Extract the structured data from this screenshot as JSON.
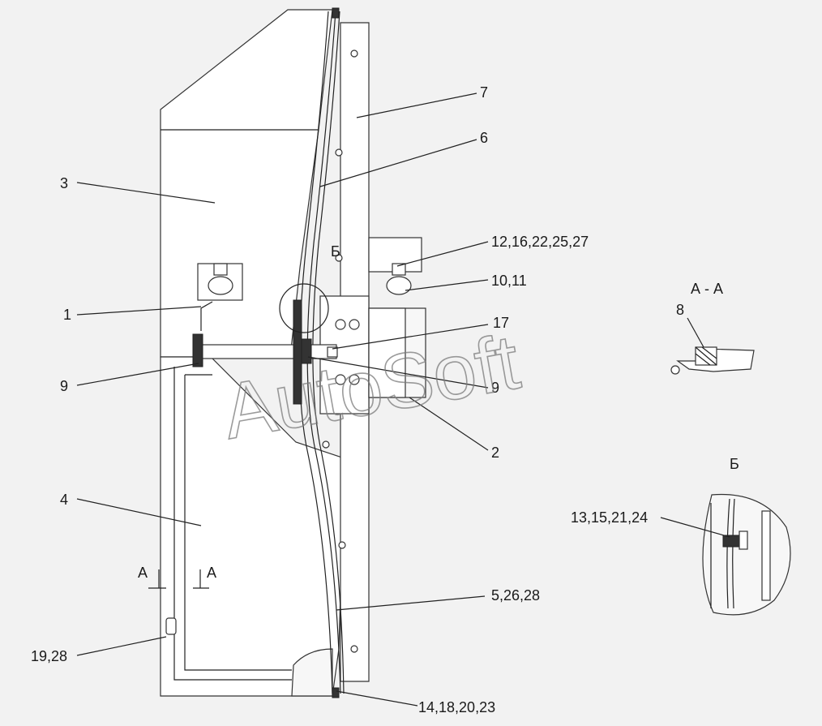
{
  "labels": {
    "l3": "3",
    "l7": "7",
    "l6": "6",
    "l12": "12,16,22,25,27",
    "lB": "Б",
    "l10": "10,11",
    "l1": "1",
    "l17": "17",
    "l9a": "9",
    "l9b": "9",
    "l2": "2",
    "l4": "4",
    "lA1": "А",
    "lA2": "А",
    "l5": "5,26,28",
    "l19": "19,28",
    "l14": "14,18,20,23",
    "lAA": "А - А",
    "l8": "8",
    "lBdet": "Б",
    "l13": "13,15,21,24"
  },
  "watermark": "AutoSoft"
}
